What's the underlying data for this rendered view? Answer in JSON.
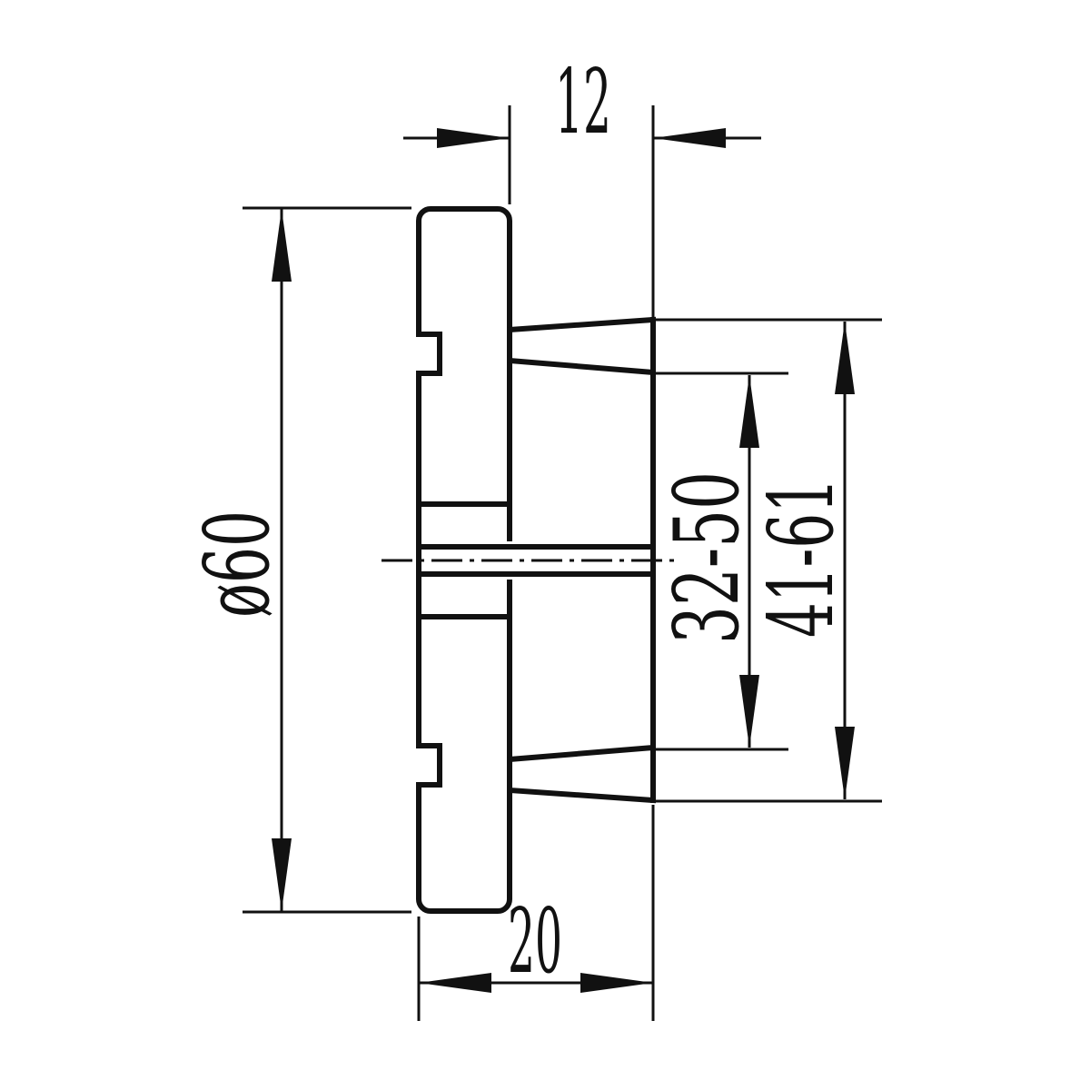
{
  "drawing": {
    "dimensions": {
      "top_width": "12",
      "outer_diameter": "ø60",
      "inner_taper_range": "32-50",
      "outer_taper_range": "41-61",
      "total_depth": "20"
    },
    "colors": {
      "ink": "#111111",
      "paper": "#ffffff"
    }
  }
}
